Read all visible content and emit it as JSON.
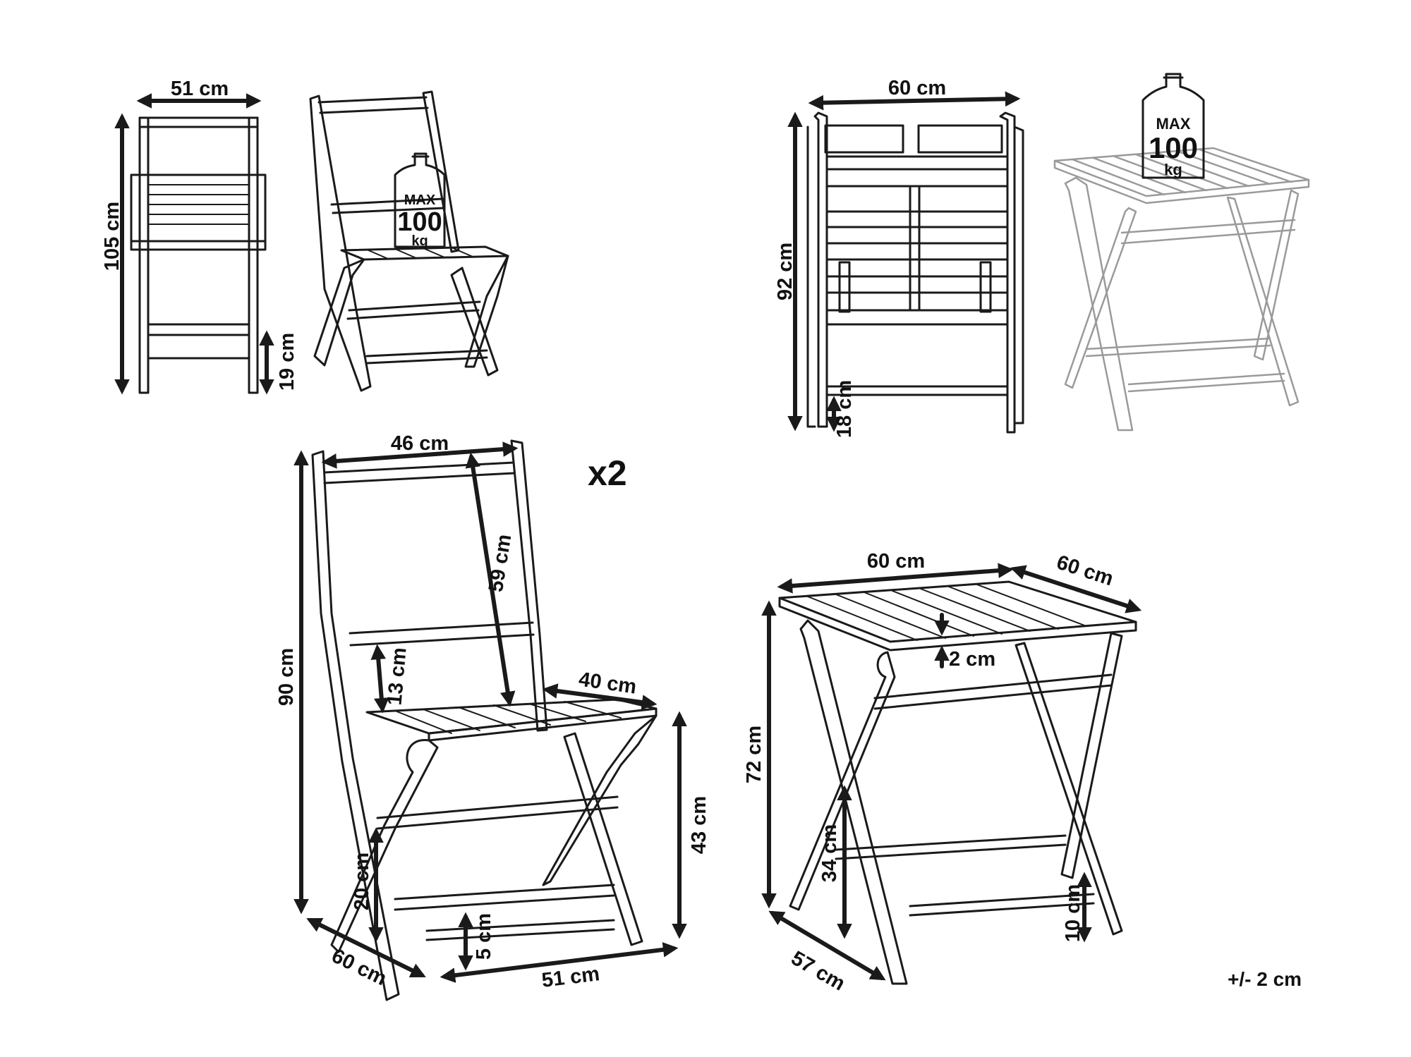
{
  "weight_badge": {
    "line1": "MAX",
    "line2": "100",
    "line3": "kg"
  },
  "quantity": "x2",
  "tolerance": "+/- 2 cm",
  "folded_chair": {
    "width": "51 cm",
    "height": "105 cm",
    "seat_height": "19 cm"
  },
  "folded_table": {
    "width": "60 cm",
    "height": "92 cm",
    "foot_height": "18 cm"
  },
  "chair": {
    "back_width": "46 cm",
    "back_height": "59 cm",
    "seat_gap": "13 cm",
    "seat_depth": "40 cm",
    "total_height": "90 cm",
    "seat_height": "43 cm",
    "lower_rail_height": "20 cm",
    "foot_rail_height": "5 cm",
    "depth": "60 cm",
    "width": "51 cm"
  },
  "table": {
    "top_width": "60 cm",
    "top_depth": "60 cm",
    "top_thickness": "2 cm",
    "height": "72 cm",
    "rail_height": "34 cm",
    "foot_rail_height": "10 cm",
    "base_depth": "57 cm"
  }
}
